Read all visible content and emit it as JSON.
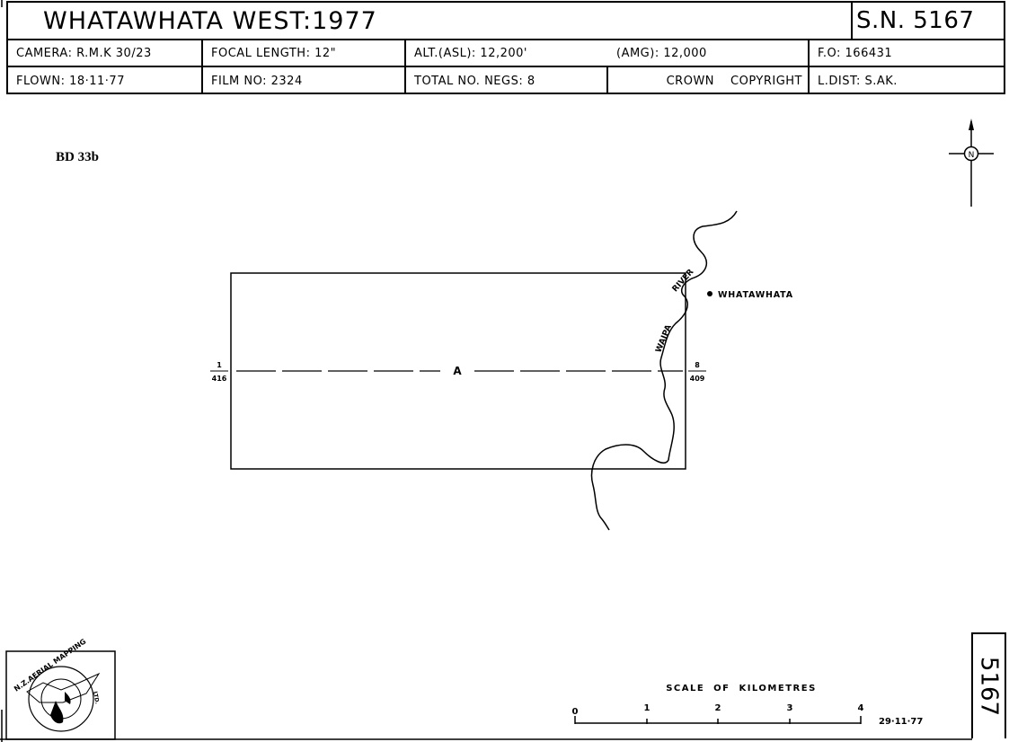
{
  "header": {
    "title": "WHATAWHATA WEST:1977",
    "sn": "S.N. 5167",
    "camera": "CAMERA: R.M.K 30/23",
    "focal_length": "FOCAL LENGTH: 12\"",
    "alt_asl": "ALT.(ASL): 12,200'",
    "amg": "(AMG): 12,000",
    "fo": "F.O: 166431",
    "flown": "FLOWN: 18·11·77",
    "film_no": "FILM NO: 2324",
    "total_negs": "TOTAL NO. NEGS: 8",
    "crown": "CROWN",
    "copyright": "COPYRIGHT",
    "l_dist": "L.DIST: S.AK."
  },
  "sheet_ref": "BD 33b",
  "north_label": "N",
  "map": {
    "place_label": "WHATAWHATA",
    "river_label_1": "RIVER",
    "river_label_2": "WAIPA",
    "run_label": "A",
    "start_num": "1",
    "start_den": "416",
    "end_num": "8",
    "end_den": "409"
  },
  "scale": {
    "title": "SCALE  OF  KILOMETRES",
    "ticks": [
      "0",
      "1",
      "2",
      "3",
      "4"
    ],
    "date": "29·11·77"
  },
  "logo": {
    "text_top": "N.Z.AERIAL MAPPING",
    "text_side": "LTD."
  },
  "corner_number": "5167"
}
